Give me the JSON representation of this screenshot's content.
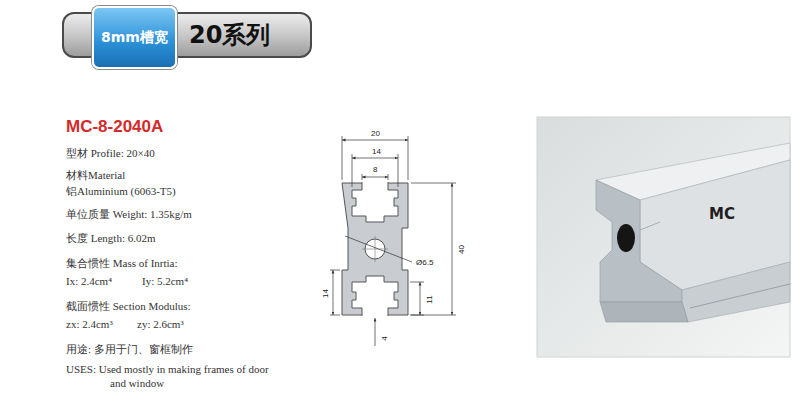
{
  "diagram": {
    "title": "MC-8-2040A",
    "nodes": [
      {
        "text": [
          "20系列"
        ]
      },
      {
        "text": [
          "8mm槽宽"
        ],
        "in": 0
      }
    ],
    "labels": [
      "型材 Profile: 20×40",
      "材料Material",
      "铝Aluminium (6063-T5)",
      "单位质量 Weight: 1.35kg/m",
      "长度 Length: 6.02m",
      "集合惯性 Mass of Inrtia:",
      "Ix: 2.4cm⁴",
      "Iy: 5.2cm⁴",
      "截面惯性 Section Modulus:",
      "zx: 2.4cm³",
      "zy: 2.6cm³",
      "用途: 多用于门、窗框制作",
      "USES: Used mostly in making frames of door and window",
      "20",
      "14",
      "8",
      "40",
      "Ø6.5",
      "14",
      "11",
      "4",
      "MC"
    ]
  }
}
